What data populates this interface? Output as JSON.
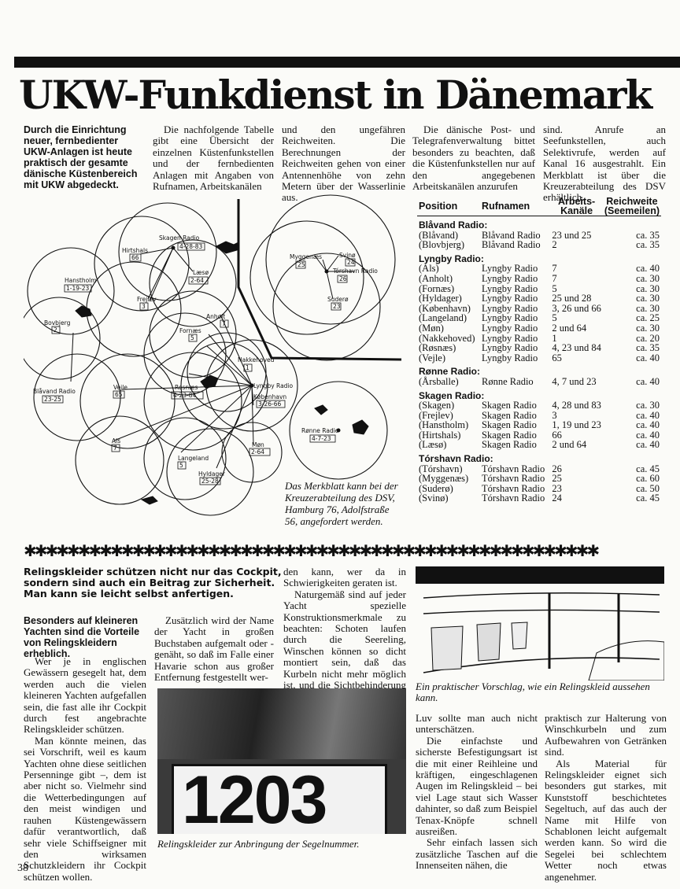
{
  "headline": "UKW-Funkdienst in Dänemark",
  "intro": {
    "lead": "Durch die Einrichtung neuer, fernbedienter UKW-Anlagen ist heute praktisch der gesamte dänische Küstenbereich mit UKW abgedeckt.",
    "col2": "Die nachfolgende Tabelle gibt eine Übersicht der einzelnen Küstenfunkstellen und der fernbedienten Anlagen mit Angaben von Rufnamen, Arbeitskanälen",
    "col3": "und den ungefähren Reichweiten. Die Berechnungen der Reichweiten gehen von einer Antennenhöhe von zehn Metern über der Wasserlinie aus.",
    "col4": "Die dänische Post- und Telegrafenverwaltung bittet besonders zu beachten, daß die Küstenfunkstellen nur auf den angegebenen Arbeitskanälen anzurufen",
    "col5": "sind. Anrufe an Seefunkstellen, auch Selektivrufe, werden auf Kanal 16 ausgestrahlt. Ein Merkblatt ist über die Kreuzerabteilung des DSV erhältlich."
  },
  "map": {
    "caption": "Das Merkblatt kann bei der Kreuzerabteilung des DSV, Hamburg 76, Adolfstraße 56, angefordert werden.",
    "stations": [
      {
        "name": "Skagen Radio",
        "channels": "4-28-83"
      },
      {
        "name": "Hirtshals",
        "channels": "66"
      },
      {
        "name": "Læsø",
        "channels": "2-64"
      },
      {
        "name": "Hanstholm",
        "channels": "1-19-23"
      },
      {
        "name": "Frejlev",
        "channels": "3"
      },
      {
        "name": "Bovbjerg",
        "channels": "2"
      },
      {
        "name": "Anholt",
        "channels": "7"
      },
      {
        "name": "Fornæs",
        "channels": "5"
      },
      {
        "name": "Nakkehoved",
        "channels": "1"
      },
      {
        "name": "Blåvand Radio",
        "channels": "23-25"
      },
      {
        "name": "Vejle",
        "channels": "65"
      },
      {
        "name": "Resnæs",
        "channels": "4-23-84"
      },
      {
        "name": "Lyngby Radio",
        "channels": ""
      },
      {
        "name": "København",
        "channels": "3-26-66"
      },
      {
        "name": "Als",
        "channels": "7"
      },
      {
        "name": "Møn",
        "channels": "2-64"
      },
      {
        "name": "Langeland",
        "channels": "5"
      },
      {
        "name": "Hyldager",
        "channels": "25-28"
      },
      {
        "name": "Myggenæs",
        "channels": "25"
      },
      {
        "name": "Svinø",
        "channels": "24"
      },
      {
        "name": "Tórshavn Radio",
        "channels": "26"
      },
      {
        "name": "Suderø",
        "channels": "23"
      },
      {
        "name": "Rønne Radio",
        "channels": "4-7-23"
      }
    ]
  },
  "table": {
    "headers": [
      "Position",
      "Rufnamen",
      "Arbeits-Kanäle",
      "Reichweite (Seemeilen)"
    ],
    "groups": [
      {
        "name": "Blåvand Radio:",
        "rows": [
          [
            "(Blåvand)",
            "Blåvand Radio",
            "23 und 25",
            "ca. 35"
          ],
          [
            "(Blovbjerg)",
            "Blåvand Radio",
            "2",
            "ca. 35"
          ]
        ]
      },
      {
        "name": "Lyngby Radio:",
        "rows": [
          [
            "(Als)",
            "Lyngby Radio",
            "7",
            "ca. 40"
          ],
          [
            "(Anholt)",
            "Lyngby Radio",
            "7",
            "ca. 30"
          ],
          [
            "(Fornæs)",
            "Lyngby Radio",
            "5",
            "ca. 30"
          ],
          [
            "(Hyldager)",
            "Lyngby Radio",
            "25 und 28",
            "ca. 30"
          ],
          [
            "(København)",
            "Lyngby Radio",
            "3, 26 und 66",
            "ca. 30"
          ],
          [
            "(Langeland)",
            "Lyngby Radio",
            "5",
            "ca. 25"
          ],
          [
            "(Møn)",
            "Lyngby Radio",
            "2 und 64",
            "ca. 30"
          ],
          [
            "(Nakkehoved)",
            "Lyngby Radio",
            "1",
            "ca. 20"
          ],
          [
            "(Røsnæs)",
            "Lyngby Radio",
            "4, 23 und 84",
            "ca. 35"
          ],
          [
            "(Vejle)",
            "Lyngby Radio",
            "65",
            "ca. 40"
          ]
        ]
      },
      {
        "name": "Rønne Radio:",
        "rows": [
          [
            "(Årsballe)",
            "Rønne Radio",
            "4, 7 und 23",
            "ca. 40"
          ]
        ]
      },
      {
        "name": "Skagen Radio:",
        "rows": [
          [
            "(Skagen)",
            "Skagen Radio",
            "4, 28 und 83",
            "ca. 30"
          ],
          [
            "(Frejlev)",
            "Skagen Radio",
            "3",
            "ca. 40"
          ],
          [
            "(Hanstholm)",
            "Skagen Radio",
            "1, 19 und 23",
            "ca. 40"
          ],
          [
            "(Hirtshals)",
            "Skagen Radio",
            "66",
            "ca. 40"
          ],
          [
            "(Læsø)",
            "Skagen Radio",
            "2 und 64",
            "ca. 40"
          ]
        ]
      },
      {
        "name": "Tórshavn Radio:",
        "rows": [
          [
            "(Tórshavn)",
            "Tórshavn Radio",
            "26",
            "ca. 45"
          ],
          [
            "(Myggenæs)",
            "Tórshavn Radio",
            "25",
            "ca. 60"
          ],
          [
            "(Suderø)",
            "Tórshavn Radio",
            "23",
            "ca. 50"
          ],
          [
            "(Svinø)",
            "Tórshavn Radio",
            "24",
            "ca. 45"
          ]
        ]
      }
    ]
  },
  "article2": {
    "subhead": "Relingskleider schützen nicht nur das Cockpit, sondern sind auch ein Beitrag zur Sicherheit. Man kann sie leicht selbst anfertigen.",
    "lead": "Besonders auf kleineren Yachten sind die Vorteile von Relingskleidern erheblich.",
    "col1_p1": "Wer je in englischen Gewässern gesegelt hat, dem werden auch die vielen kleineren Yachten aufgefallen sein, die fast alle ihr Cockpit durch fest angebrachte Relingskleider schützen.",
    "col1_p2": "Man könnte meinen, das sei Vorschrift, weil es kaum Yachten ohne diese seitlichen Persenninge gibt –, dem ist aber nicht so. Vielmehr sind die Wetterbedingungen auf den meist windigen und rauhen Küstengewässern dafür verantwortlich, daß sehr viele Schiffseigner mit den wirksamen Schutzkleidern ihr Cockpit schützen wollen.",
    "col2_p1": "Zusätzlich wird der Name der Yacht in großen Buchstaben aufgemalt oder -genäht, so daß im Falle einer Havarie schon aus großer Entfernung festgestellt wer-",
    "col3_p1": "den kann, wer da in Schwierigkeiten geraten ist.",
    "col3_p2": "Naturgemäß sind auf jeder Yacht spezielle Konstruktionsmerkmale zu beachten: Schoten laufen durch die Seereling, Winschen können so dicht montiert sein, daß das Kurbeln nicht mehr möglich ist, und die Sichtbehinderung nach",
    "illus_caption": "Ein praktischer Vorschlag, wie ein Relingskleid aussehen kann.",
    "col4_p1": "Luv sollte man auch nicht unterschätzen.",
    "col4_p2": "Die einfachste und sicherste Befestigungsart ist die mit einer Reihleine und kräftigen, eingeschlagenen Augen im Relingskleid – bei viel Lage staut sich Wasser dahinter, so daß zum Beispiel Tenax-Knöpfe schnell ausreißen.",
    "col4_p3": "Sehr einfach lassen sich zusätzliche Taschen auf die Innenseiten nähen, die",
    "col5_p1": "praktisch zur Halterung von Winschkurbeln und zum Aufbewahren von Getränken sind.",
    "col5_p2": "Als Material für Relingskleider eignet sich besonders gut starkes, mit Kunststoff beschichtetes Segeltuch, auf das auch der Name mit Hilfe von Schablonen leicht aufgemalt werden kann. So wird die Segelei bei schlechtem Wetter noch etwas angenehmer.",
    "photo_number": "1203",
    "photo_caption": "Relingskleider zur Anbringung der Segelnummer."
  },
  "page_number": "38"
}
